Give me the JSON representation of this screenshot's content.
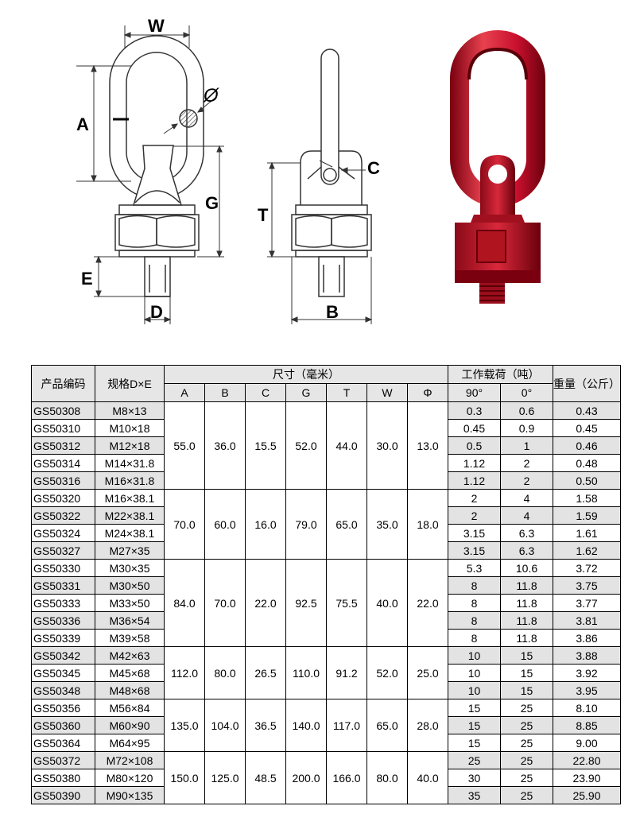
{
  "diagram": {
    "front_labels": {
      "w": "W",
      "phi": "Ø",
      "a": "A",
      "g": "G",
      "e": "E",
      "d": "D"
    },
    "side_labels": {
      "c": "C",
      "t": "T",
      "b": "B"
    },
    "colors": {
      "line": "#333333",
      "body": "#c8102e",
      "body_dark": "#7a0010",
      "body_light": "#e8414f"
    }
  },
  "table": {
    "headers": {
      "code": "产品编码",
      "spec": "规格D×E",
      "dims": "尺寸（毫米）",
      "load": "工作载荷（吨）",
      "weight": "重量（公斤）",
      "dim_cols": [
        "A",
        "B",
        "C",
        "G",
        "T",
        "W",
        "Φ"
      ],
      "load_cols": [
        "90°",
        "0°"
      ]
    },
    "rows": [
      {
        "code": "GS50308",
        "spec": "M8×13",
        "l90": "0.3",
        "l0": "0.6",
        "wt": "0.43"
      },
      {
        "code": "GS50310",
        "spec": "M10×18",
        "l90": "0.45",
        "l0": "0.9",
        "wt": "0.45"
      },
      {
        "code": "GS50312",
        "spec": "M12×18",
        "l90": "0.5",
        "l0": "1",
        "wt": "0.46"
      },
      {
        "code": "GS50314",
        "spec": "M14×31.8",
        "l90": "1.12",
        "l0": "2",
        "wt": "0.48"
      },
      {
        "code": "GS50316",
        "spec": "M16×31.8",
        "l90": "1.12",
        "l0": "2",
        "wt": "0.50"
      },
      {
        "code": "GS50320",
        "spec": "M16×38.1",
        "l90": "2",
        "l0": "4",
        "wt": "1.58"
      },
      {
        "code": "GS50322",
        "spec": "M22×38.1",
        "l90": "2",
        "l0": "4",
        "wt": "1.59"
      },
      {
        "code": "GS50324",
        "spec": "M24×38.1",
        "l90": "3.15",
        "l0": "6.3",
        "wt": "1.61"
      },
      {
        "code": "GS50327",
        "spec": "M27×35",
        "l90": "3.15",
        "l0": "6.3",
        "wt": "1.62"
      },
      {
        "code": "GS50330",
        "spec": "M30×35",
        "l90": "5.3",
        "l0": "10.6",
        "wt": "3.72"
      },
      {
        "code": "GS50331",
        "spec": "M30×50",
        "l90": "8",
        "l0": "11.8",
        "wt": "3.75"
      },
      {
        "code": "GS50333",
        "spec": "M33×50",
        "l90": "8",
        "l0": "11.8",
        "wt": "3.77"
      },
      {
        "code": "GS50336",
        "spec": "M36×54",
        "l90": "8",
        "l0": "11.8",
        "wt": "3.81"
      },
      {
        "code": "GS50339",
        "spec": "M39×58",
        "l90": "8",
        "l0": "11.8",
        "wt": "3.86"
      },
      {
        "code": "GS50342",
        "spec": "M42×63",
        "l90": "10",
        "l0": "15",
        "wt": "3.88"
      },
      {
        "code": "GS50345",
        "spec": "M45×68",
        "l90": "10",
        "l0": "15",
        "wt": "3.92"
      },
      {
        "code": "GS50348",
        "spec": "M48×68",
        "l90": "10",
        "l0": "15",
        "wt": "3.95"
      },
      {
        "code": "GS50356",
        "spec": "M56×84",
        "l90": "15",
        "l0": "25",
        "wt": "8.10"
      },
      {
        "code": "GS50360",
        "spec": "M60×90",
        "l90": "15",
        "l0": "25",
        "wt": "8.85"
      },
      {
        "code": "GS50364",
        "spec": "M64×95",
        "l90": "15",
        "l0": "25",
        "wt": "9.00"
      },
      {
        "code": "GS50372",
        "spec": "M72×108",
        "l90": "25",
        "l0": "25",
        "wt": "22.80"
      },
      {
        "code": "GS50380",
        "spec": "M80×120",
        "l90": "30",
        "l0": "25",
        "wt": "23.90"
      },
      {
        "code": "GS50390",
        "spec": "M90×135",
        "l90": "35",
        "l0": "25",
        "wt": "25.90"
      }
    ],
    "groups": [
      {
        "span": 5,
        "A": "55.0",
        "B": "36.0",
        "C": "15.5",
        "G": "52.0",
        "T": "44.0",
        "W": "30.0",
        "Phi": "13.0"
      },
      {
        "span": 4,
        "A": "70.0",
        "B": "60.0",
        "C": "16.0",
        "G": "79.0",
        "T": "65.0",
        "W": "35.0",
        "Phi": "18.0"
      },
      {
        "span": 5,
        "A": "84.0",
        "B": "70.0",
        "C": "22.0",
        "G": "92.5",
        "T": "75.5",
        "W": "40.0",
        "Phi": "22.0"
      },
      {
        "span": 3,
        "A": "112.0",
        "B": "80.0",
        "C": "26.5",
        "G": "110.0",
        "T": "91.2",
        "W": "52.0",
        "Phi": "25.0"
      },
      {
        "span": 3,
        "A": "135.0",
        "B": "104.0",
        "C": "36.5",
        "G": "140.0",
        "T": "117.0",
        "W": "65.0",
        "Phi": "28.0"
      },
      {
        "span": 3,
        "A": "150.0",
        "B": "125.0",
        "C": "48.5",
        "G": "200.0",
        "T": "166.0",
        "W": "80.0",
        "Phi": "40.0"
      }
    ]
  }
}
